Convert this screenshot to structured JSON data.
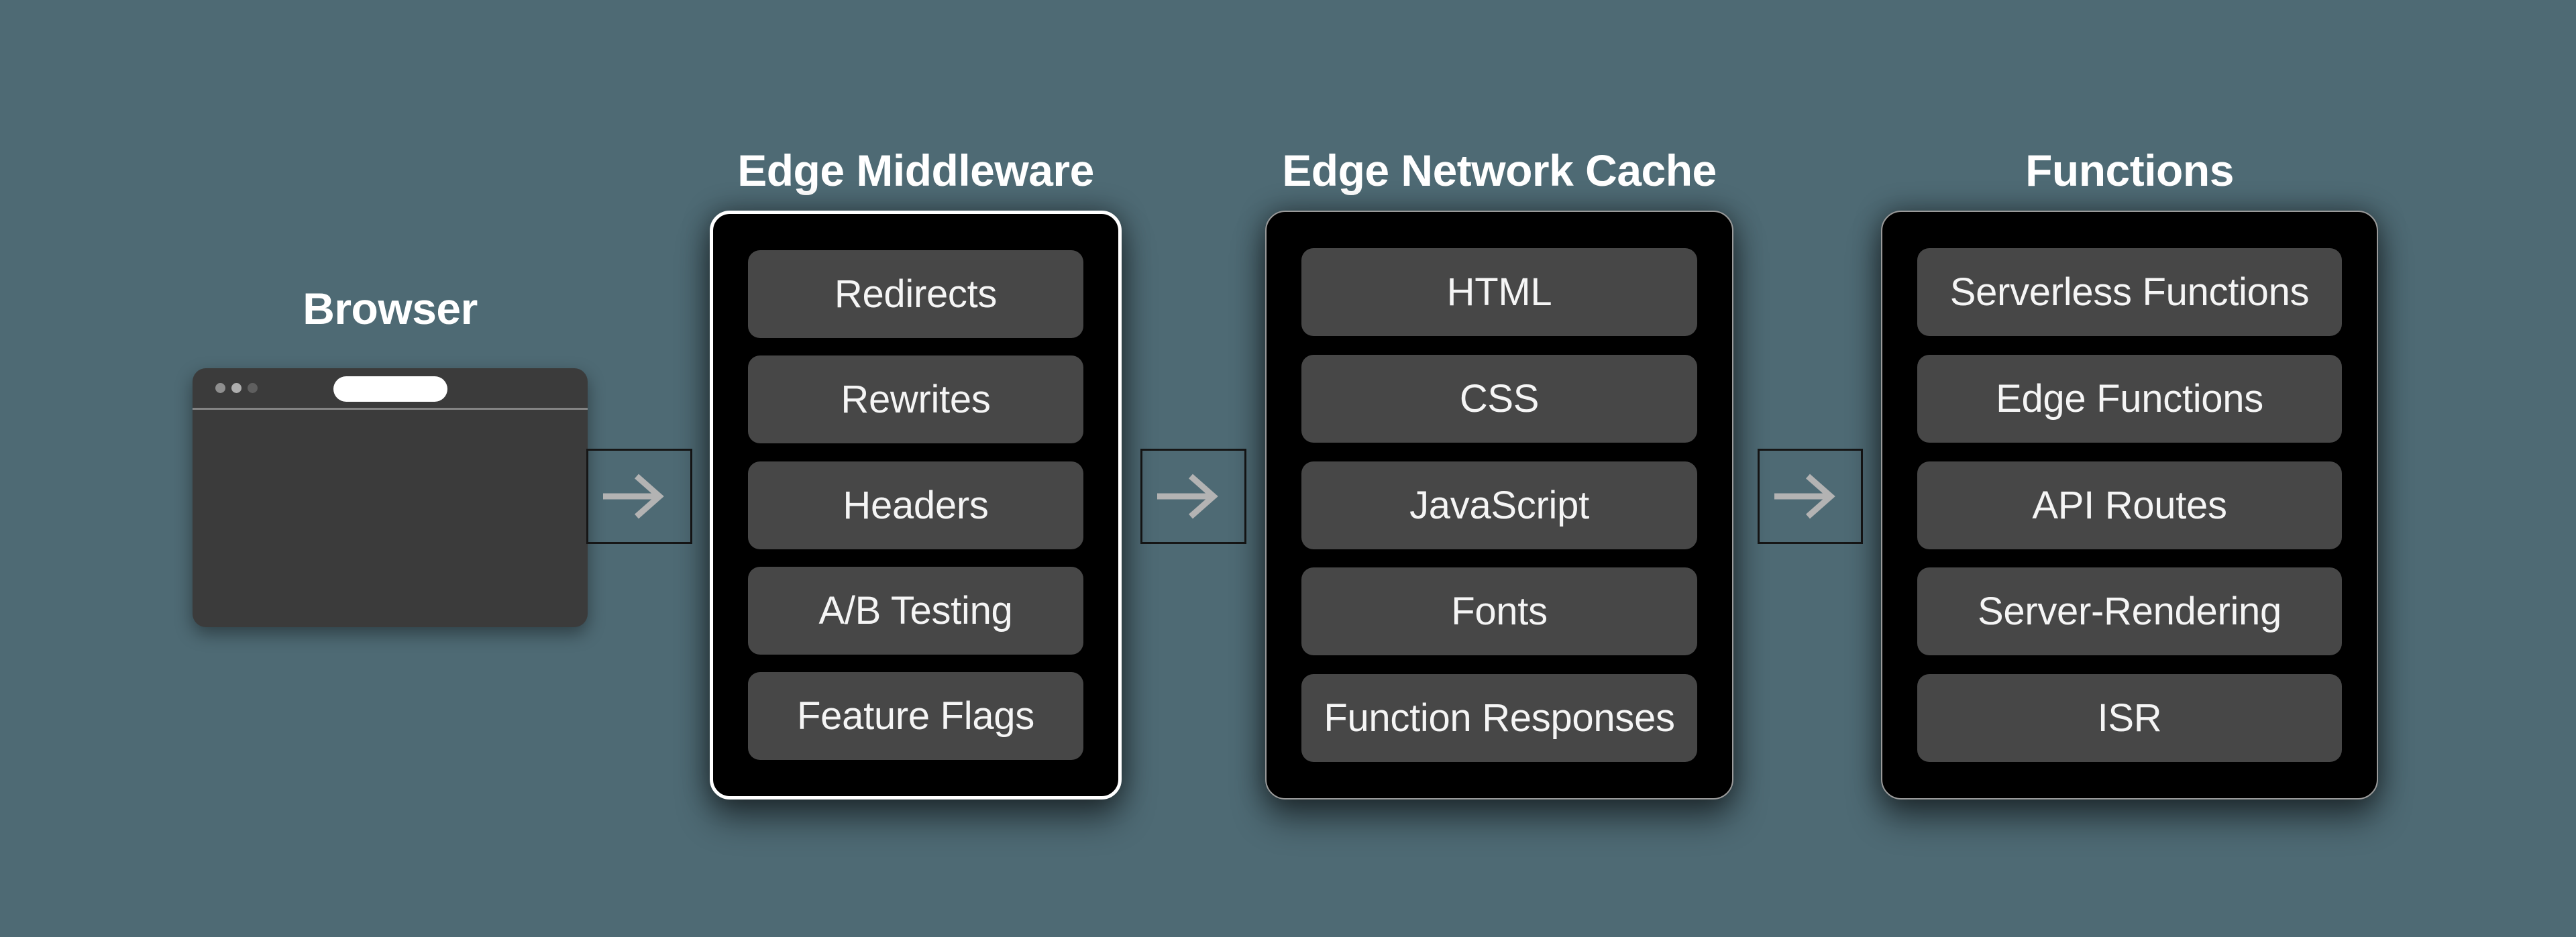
{
  "browser": {
    "label": "Browser"
  },
  "columns": [
    {
      "title": "Edge Middleware",
      "highlighted": true,
      "items": [
        "Redirects",
        "Rewrites",
        "Headers",
        "A/B Testing",
        "Feature Flags"
      ]
    },
    {
      "title": "Edge Network Cache",
      "highlighted": false,
      "items": [
        "HTML",
        "CSS",
        "JavaScript",
        "Fonts",
        "Function Responses"
      ]
    },
    {
      "title": "Functions",
      "highlighted": false,
      "items": [
        "Serverless Functions",
        "Edge Functions",
        "API Routes",
        "Server-Rendering",
        "ISR"
      ]
    }
  ],
  "flow": {
    "arrow_icon": "right-arrow",
    "connections": [
      "browser-to-edge-middleware",
      "edge-middleware-to-edge-network-cache",
      "edge-network-cache-to-functions"
    ]
  },
  "colors": {
    "background": "#4e6a74",
    "panel_bg": "#000000",
    "pill_bg": "#474747",
    "pill_text": "#f5f5f5",
    "title_text": "#ffffff",
    "highlight_border": "#ffffff",
    "panel_border": "#9a9a9a",
    "arrow": "#b3b3b3",
    "connector_border": "#161616",
    "window_bg": "#3b3b3b",
    "window_divider": "#848484",
    "url_bar": "#ffffff",
    "dot_1": "#8f8f8f",
    "dot_2": "#aeaeae",
    "dot_3": "#5f5f5f"
  }
}
